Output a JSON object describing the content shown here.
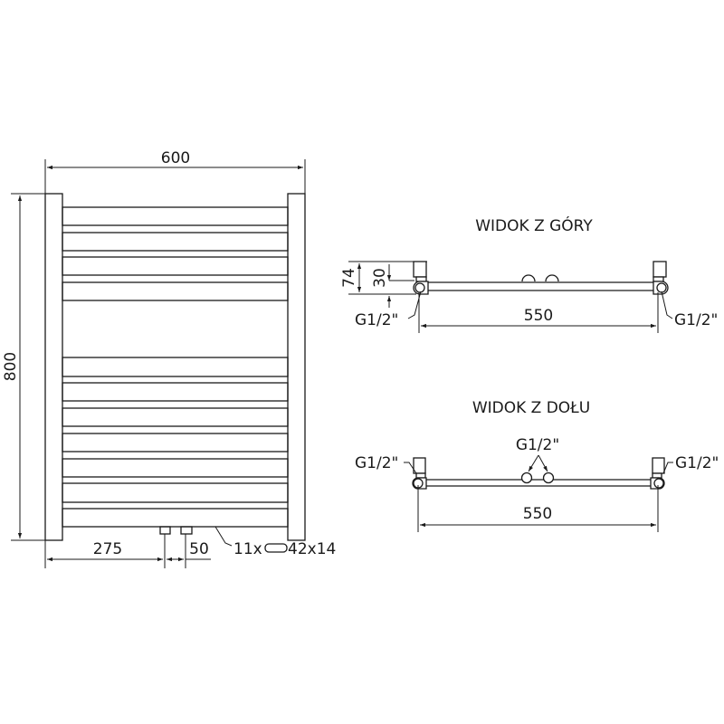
{
  "front_view": {
    "width_label": "600",
    "height_label": "800",
    "offset_label": "275",
    "spacing_label": "50",
    "bars_count_label": "11x",
    "bar_profile_label": "42x14",
    "bars_top_group": 4,
    "bars_bottom_group": 7
  },
  "top_view": {
    "title": "WIDOK Z GÓRY",
    "depth_label": "74",
    "offset_label": "30",
    "left_connection": "G1/2\"",
    "right_connection": "G1/2\"",
    "span_label": "550"
  },
  "bottom_view": {
    "title": "WIDOK Z DOŁU",
    "left_connection": "G1/2\"",
    "center_connection": "G1/2\"",
    "right_connection": "G1/2\"",
    "span_label": "550"
  },
  "colors": {
    "line": "#1a1a1a",
    "background": "#ffffff"
  }
}
